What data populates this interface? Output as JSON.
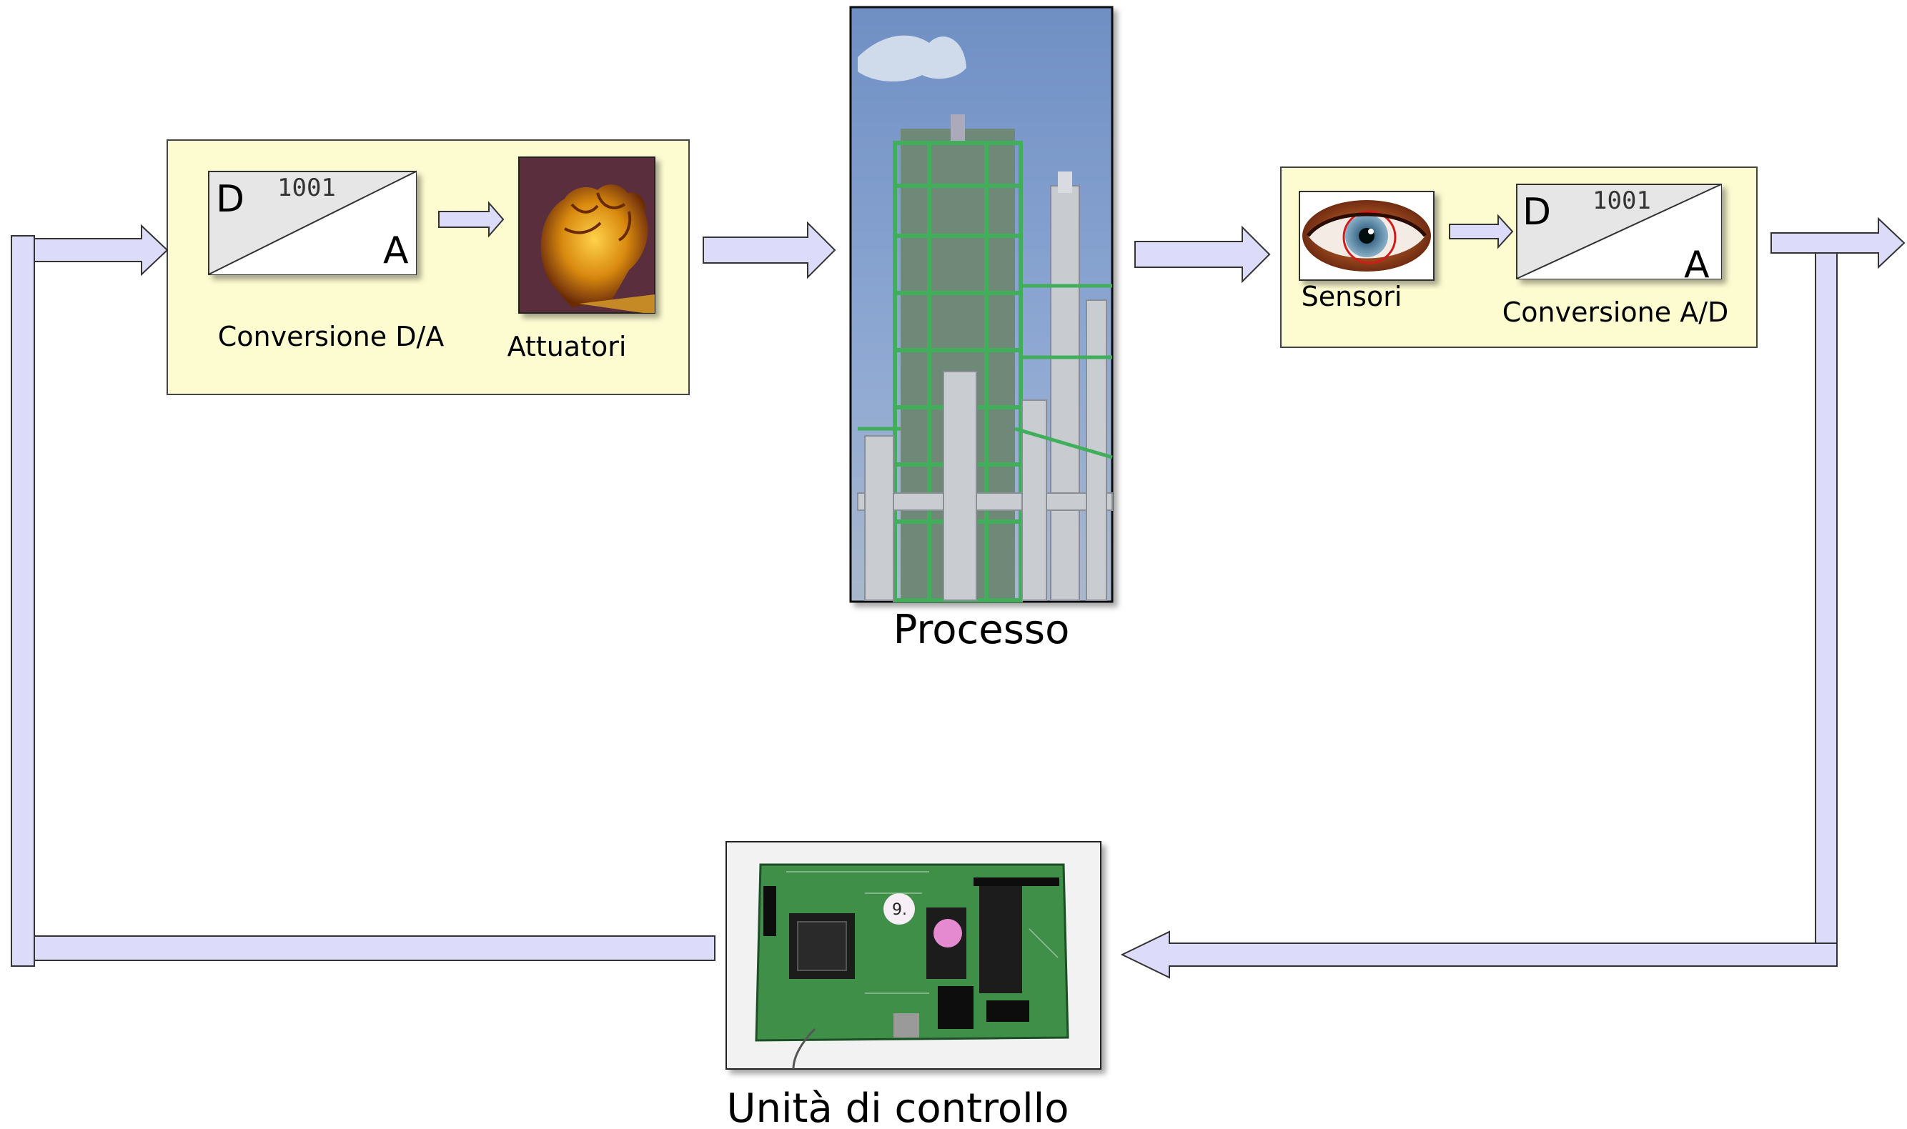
{
  "blocks": {
    "da": {
      "conversion_label": "Conversione D/A",
      "digit_code": "1001",
      "letter_top": "D",
      "letter_bottom": "A",
      "actuators_label": "Attuatori"
    },
    "process": {
      "label": "Processo"
    },
    "ad": {
      "sensors_label": "Sensori",
      "conversion_label": "Conversione A/D",
      "digit_code": "1001",
      "letter_top": "D",
      "letter_bottom": "A"
    },
    "control_unit": {
      "label": "Unità di controllo"
    }
  },
  "icons": {
    "actuator": "fist-icon",
    "process": "factory-icon",
    "sensor": "eye-icon",
    "control_unit": "circuit-board-icon"
  },
  "colors": {
    "block_background": "#fdfbd0",
    "arrow_fill": "#dcdcfa",
    "arrow_stroke": "#333333"
  }
}
